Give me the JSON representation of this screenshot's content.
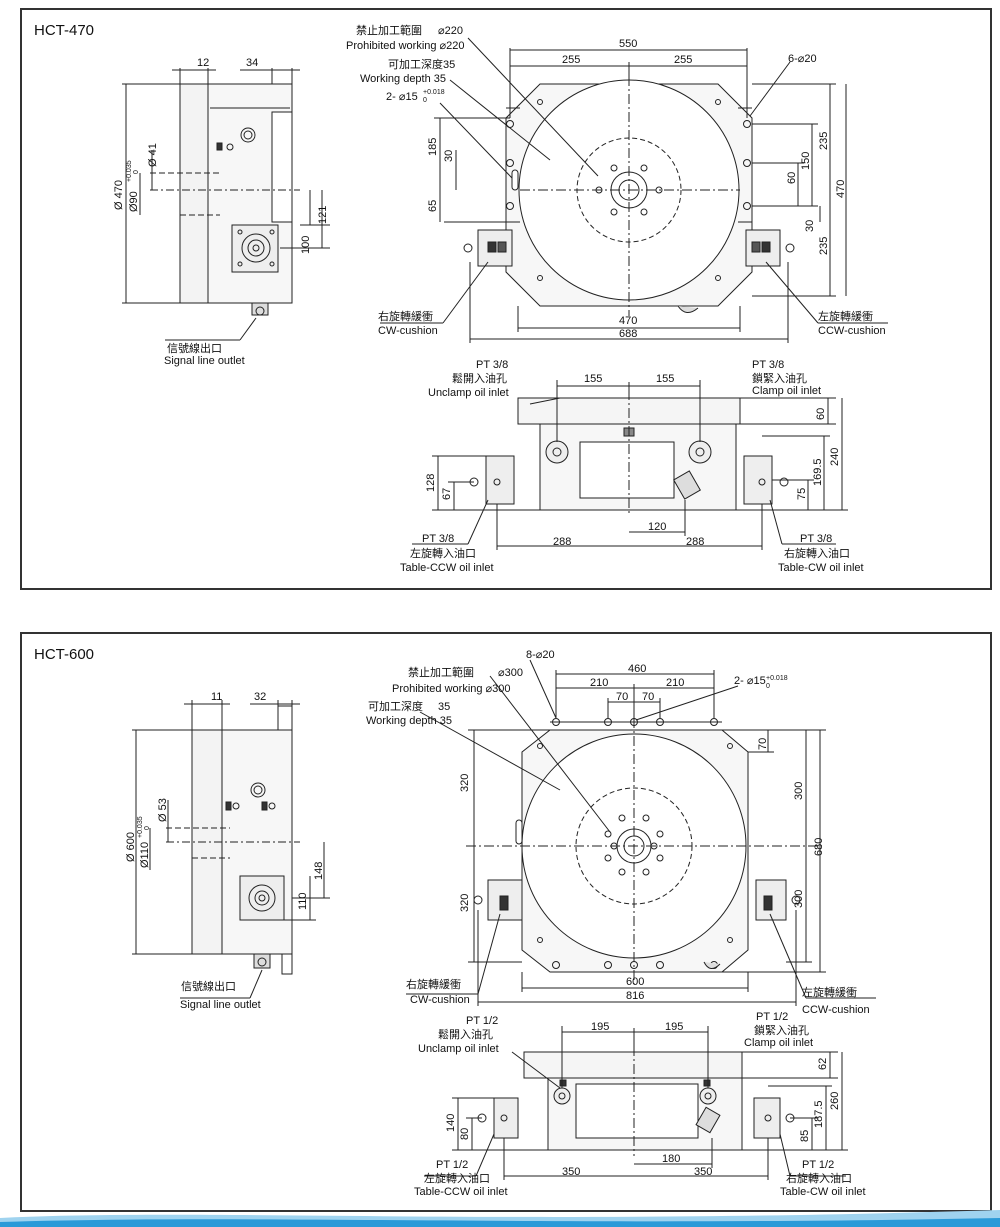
{
  "hct470": {
    "model": "HCT-470",
    "side": {
      "dim_12": "12",
      "dim_34": "34",
      "dia_470": "Ø 470",
      "dia_90": "Ø90",
      "tol_90_upper": "+0.035",
      "tol_90_lower": "0",
      "dia_41": "Ø 41",
      "dim_121": "121",
      "dim_100": "100",
      "signal_cn": "信號線出口",
      "signal_en": "Signal line outlet"
    },
    "top": {
      "prohibited_cn": "禁止加工範圍",
      "prohibited_val1": "⌀220",
      "prohibited_en": "Prohibited working ⌀220",
      "depth_cn": "可加工深度35",
      "depth_en": "Working depth 35",
      "holes_prefix": "2- ⌀15",
      "holes_tol_upper": "+0.018",
      "holes_tol_lower": "0",
      "dim_550": "550",
      "dim_255a": "255",
      "dim_255b": "255",
      "holes_6": "6-⌀20",
      "dim_185": "185",
      "dim_30a": "30",
      "dim_65": "65",
      "dim_150": "150",
      "dim_60": "60",
      "dim_235a": "235",
      "dim_470v": "470",
      "dim_30b": "30",
      "dim_235b": "235",
      "dim_470h": "470",
      "dim_688": "688",
      "cw_cn": "右旋轉緩衝",
      "cw_en": "CW-cushion",
      "ccw_cn": "左旋轉緩衝",
      "ccw_en": "CCW-cushion"
    },
    "front": {
      "pt_left": "PT 3/8",
      "unclamp_cn": "鬆開入油孔",
      "unclamp_en": "Unclamp oil inlet",
      "pt_right": "PT 3/8",
      "clamp_cn": "鎖緊入油孔",
      "clamp_en": "Clamp oil inlet",
      "dim_155a": "155",
      "dim_155b": "155",
      "dim_60": "60",
      "dim_240": "240",
      "dim_169_5": "169.5",
      "dim_75": "75",
      "dim_128": "128",
      "dim_67": "67",
      "dim_120": "120",
      "dim_288a": "288",
      "dim_288b": "288",
      "pt_ccw": "PT 3/8",
      "ccw_cn": "左旋轉入油口",
      "ccw_en": "Table-CCW oil inlet",
      "pt_cw": "PT 3/8",
      "cw_cn": "右旋轉入油口",
      "cw_en": "Table-CW oil inlet"
    }
  },
  "hct600": {
    "model": "HCT-600",
    "side": {
      "dim_11": "11",
      "dim_32": "32",
      "dia_600": "Ø 600",
      "dia_110": "Ø110",
      "tol_110_upper": "+0.035",
      "tol_110_lower": "0",
      "dia_53": "Ø 53",
      "dim_148": "148",
      "dim_110": "110",
      "signal_cn": "信號線出口",
      "signal_en": "Signal line outlet"
    },
    "top": {
      "holes_8": "8-⌀20",
      "prohibited_cn": "禁止加工範圍",
      "prohibited_val1": "⌀300",
      "prohibited_en": "Prohibited working ⌀300",
      "depth_cn": "可加工深度",
      "depth_val": "35",
      "depth_en": "Working depth 35",
      "dim_460": "460",
      "dim_210a": "210",
      "dim_210b": "210",
      "dim_70a": "70",
      "dim_70b": "70",
      "holes_prefix": "2- ⌀15",
      "holes_tol_upper": "+0.018",
      "holes_tol_lower": "0",
      "dim_320a": "320",
      "dim_320b": "320",
      "dim_70v": "70",
      "dim_300a": "300",
      "dim_680": "680",
      "dim_300b": "300",
      "dim_600": "600",
      "dim_816": "816",
      "cw_cn": "右旋轉緩衝",
      "cw_en": "CW-cushion",
      "ccw_cn": "左旋轉緩衝",
      "ccw_en": "CCW-cushion"
    },
    "front": {
      "pt_left": "PT 1/2",
      "unclamp_cn": "鬆開入油孔",
      "unclamp_en": "Unclamp oil inlet",
      "pt_right": "PT 1/2",
      "clamp_cn": "鎖緊入油孔",
      "clamp_en": "Clamp oil inlet",
      "dim_195a": "195",
      "dim_195b": "195",
      "dim_62": "62",
      "dim_260": "260",
      "dim_187_5": "187.5",
      "dim_85": "85",
      "dim_140": "140",
      "dim_80": "80",
      "dim_180": "180",
      "dim_350a": "350",
      "dim_350b": "350",
      "pt_ccw": "PT 1/2",
      "ccw_cn": "左旋轉入油口",
      "ccw_en": "Table-CCW oil inlet",
      "pt_cw": "PT 1/2",
      "cw_cn": "右旋轉入油口",
      "cw_en": "Table-CW oil inlet"
    }
  },
  "colors": {
    "line": "#222222",
    "body_fill": "#f3f3f3",
    "panel_border": "#333333",
    "accent": "#2a9ad8"
  }
}
